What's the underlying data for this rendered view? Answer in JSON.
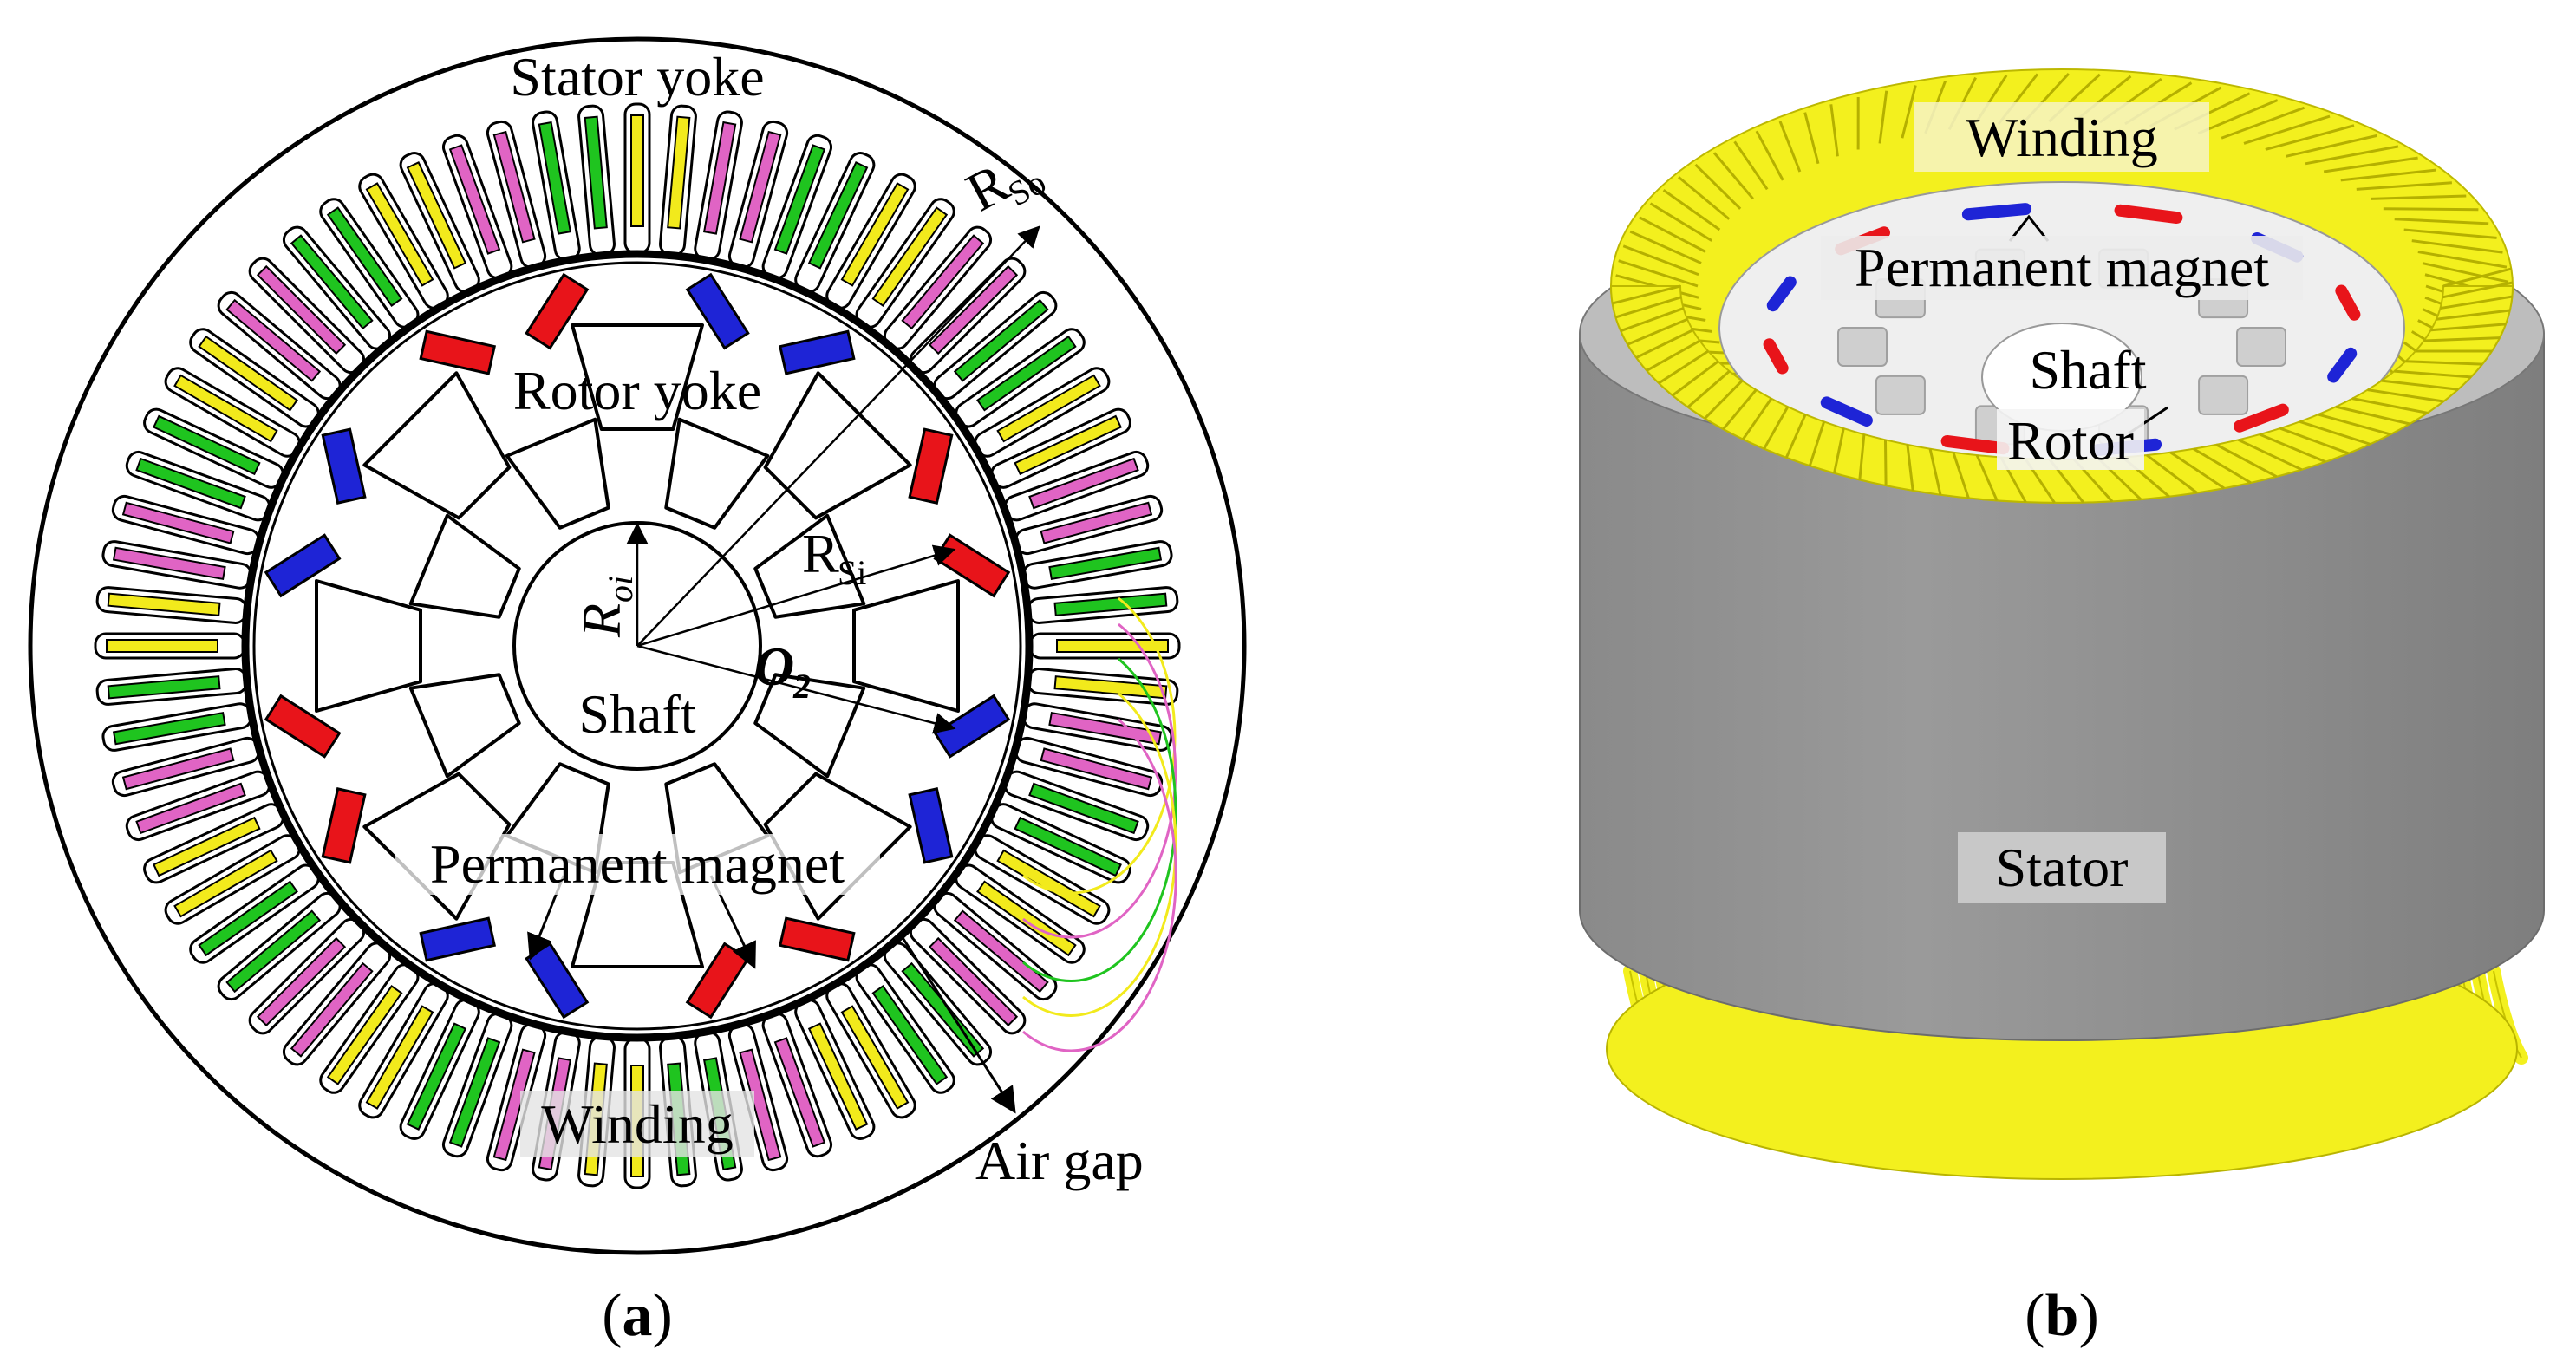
{
  "panel_a": {
    "caption_open": "(",
    "caption_letter": "a",
    "caption_close": ")",
    "stator_yoke": "Stator yoke",
    "rotor_yoke": "Rotor yoke",
    "shaft": "Shaft",
    "permanent_magnet": "Permanent magnet",
    "winding": "Winding",
    "air_gap": "Air gap",
    "r_so_main": "R",
    "r_so_sub": "So",
    "r_si_main": "R",
    "r_si_sub": "Si",
    "r_oi_main": "R",
    "r_oi_sub": "oi",
    "o2_main": "O",
    "o2_sub": "2"
  },
  "panel_b": {
    "caption_open": "(",
    "caption_letter": "b",
    "caption_close": ")",
    "winding": "Winding",
    "permanent_magnet": "Permanent magnet",
    "shaft": "Shaft",
    "rotor": "Rotor",
    "stator": "Stator"
  },
  "colors": {
    "magnet_north": "#e8141a",
    "magnet_south": "#1e24d6",
    "phase_a": "#f2ea1c",
    "phase_b": "#1fc41f",
    "phase_c": "#e064c4",
    "winding_3d": "#f3f01e",
    "stator_3d": "#8e8e8e"
  }
}
